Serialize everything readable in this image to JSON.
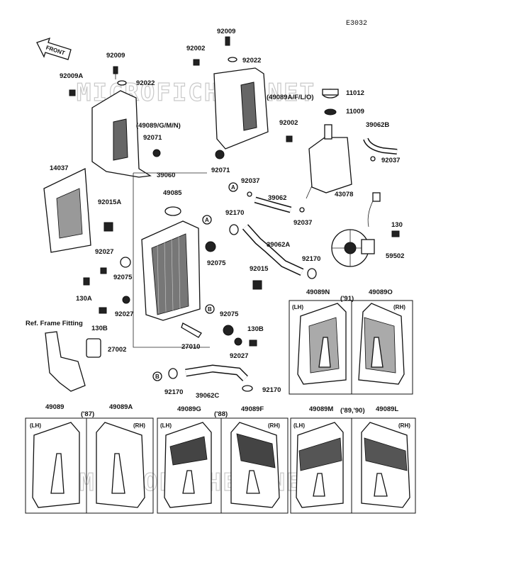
{
  "diagram_code": "E3032",
  "watermark": "MICROFICHES.NET",
  "front_arrow_label": "FRONT",
  "ref_frame_label": "Ref. Frame Fitting",
  "circle_markers": [
    "A",
    "B"
  ],
  "part_labels": {
    "p92009_top": "92009",
    "p92022_top": "92022",
    "p92002_top": "92002",
    "p49089_AFLO": "(49089A/F/L/O)",
    "p11012": "11012",
    "p11009": "11009",
    "p92009_left": "92009",
    "p92022_left": "92022",
    "p92009A": "92009A",
    "p49089_GMN": "(49089/G/M/N)",
    "p92071_left": "92071",
    "p92071_mid": "92071",
    "p92002_right": "92002",
    "p39062B": "39062B",
    "p92037_right": "92037",
    "p14037": "14037",
    "p39060": "39060",
    "p49085": "49085",
    "p92037_mid": "92037",
    "p39062": "39062",
    "p43078": "43078",
    "p92037_low": "92037",
    "p92015A": "92015A",
    "p92170_a": "92170",
    "p130": "130",
    "p39062A": "39062A",
    "p59502": "59502",
    "p92027_a": "92027",
    "p92075_a": "92075",
    "p92170_b": "92170",
    "p92075_b": "92075",
    "p92015": "92015",
    "p130A": "130A",
    "p92027_b": "92027",
    "p130B_left": "130B",
    "p92075_c": "92075",
    "p130B_right": "130B",
    "p27010": "27010",
    "p92027_c": "92027",
    "p27002": "27002",
    "p92170_c": "92170",
    "p39062C": "39062C",
    "p92170_d": "92170"
  },
  "panel_sets": [
    {
      "lh": "49089N",
      "rh": "49089O",
      "year": "('91)",
      "lh_tag": "(LH)",
      "rh_tag": "(RH)"
    },
    {
      "lh": "49089",
      "rh": "49089A",
      "year": "('87)",
      "lh_tag": "(LH)",
      "rh_tag": "(RH)"
    },
    {
      "lh": "49089G",
      "rh": "49089F",
      "year": "('88)",
      "lh_tag": "(LH)",
      "rh_tag": "(RH)"
    },
    {
      "lh": "49089M",
      "rh": "49089L",
      "year": "('89,'90)",
      "lh_tag": "(LH)",
      "rh_tag": "(RH)"
    }
  ]
}
